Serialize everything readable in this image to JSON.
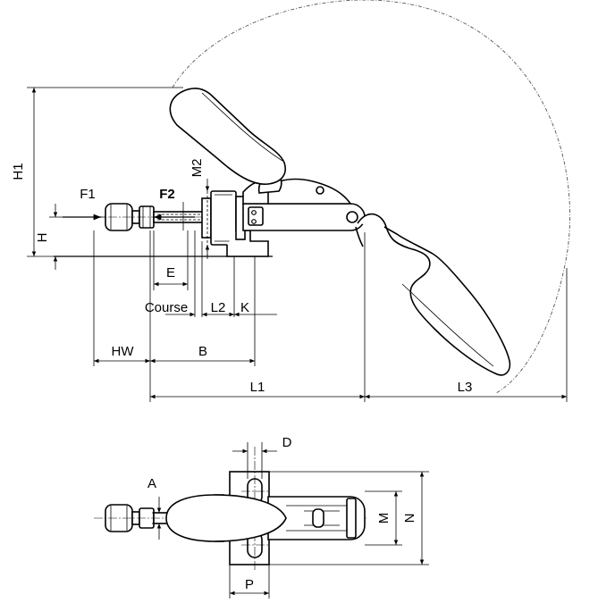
{
  "dimension_labels": {
    "H1": "H1",
    "H": "H",
    "M2": "M2",
    "F1": "F1",
    "F2": "F2",
    "E": "E",
    "Course": "Course",
    "L2": "L2",
    "K": "K",
    "HW": "HW",
    "B": "B",
    "L1": "L1",
    "L3": "L3",
    "D": "D",
    "A": "A",
    "M": "M",
    "N": "N",
    "P": "P"
  },
  "colors": {
    "line": "#000000",
    "arc": "#555555",
    "background": "#ffffff"
  }
}
